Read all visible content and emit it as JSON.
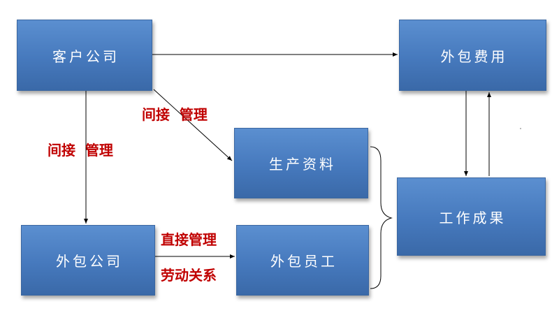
{
  "nodes": {
    "client": "客户公司",
    "fee": "外包费用",
    "material": "生产资料",
    "result": "工作成果",
    "outsourcer": "外包公司",
    "staff": "外包员工"
  },
  "labels": {
    "indirect_mgmt_1": "间接  管理",
    "indirect_mgmt_2": "间接  管理",
    "direct_mgmt": "直接管理",
    "labor_relation": "劳动关系"
  },
  "colors": {
    "box": "#4a7ebf",
    "box_border": "#3a66a0",
    "label": "#c00000",
    "arrow": "#000000"
  }
}
